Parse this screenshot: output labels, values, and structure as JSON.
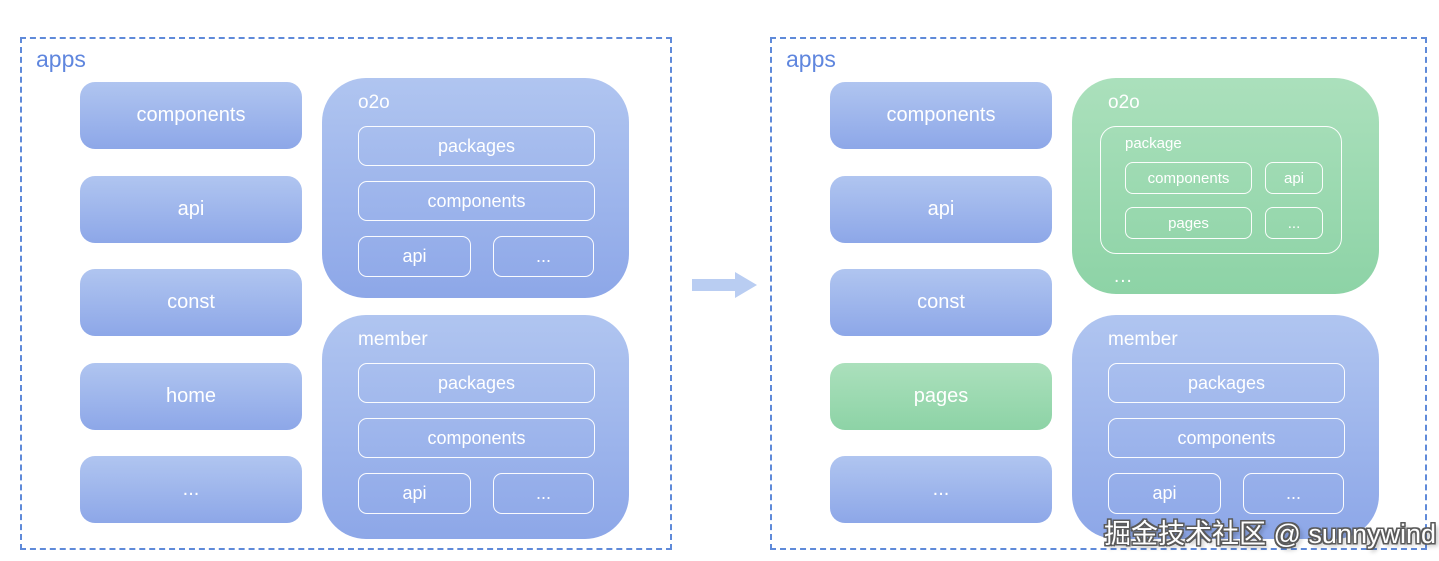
{
  "watermark": {
    "text": "掘金技术社区 @ sunnywind"
  },
  "colors": {
    "box_blue_top": "#b0c5f0",
    "box_blue_bottom": "#8da7e8",
    "box_green_top": "#abe0bc",
    "box_green_bottom": "#8dd3a6",
    "panel_border": "#5f8ad9",
    "panel_label_text": "#5f86de",
    "arrow": "#b9cdf2",
    "box_text": "#ffffff"
  },
  "panels": [
    {
      "name": "before",
      "title": "apps",
      "column": [
        {
          "label": "components",
          "variant": "blue"
        },
        {
          "label": "api",
          "variant": "blue"
        },
        {
          "label": "const",
          "variant": "blue"
        },
        {
          "label": "home",
          "variant": "blue"
        },
        {
          "label": "...",
          "variant": "blue"
        }
      ],
      "groups": [
        {
          "label": "o2o",
          "variant": "blue",
          "kind": "list",
          "rows": [
            [
              "packages"
            ],
            [
              "components"
            ],
            [
              "api",
              "..."
            ]
          ]
        },
        {
          "label": "member",
          "variant": "blue",
          "kind": "list",
          "rows": [
            [
              "packages"
            ],
            [
              "components"
            ],
            [
              "api",
              "..."
            ]
          ]
        }
      ]
    },
    {
      "name": "after",
      "title": "apps",
      "column": [
        {
          "label": "components",
          "variant": "blue"
        },
        {
          "label": "api",
          "variant": "blue"
        },
        {
          "label": "const",
          "variant": "blue"
        },
        {
          "label": "pages",
          "variant": "green"
        },
        {
          "label": "...",
          "variant": "blue"
        }
      ],
      "groups": [
        {
          "label": "o2o",
          "variant": "green",
          "kind": "package",
          "package_label": "package",
          "grid": [
            [
              "components",
              "api"
            ],
            [
              "pages",
              "..."
            ]
          ],
          "more": "..."
        },
        {
          "label": "member",
          "variant": "blue",
          "kind": "list",
          "rows": [
            [
              "packages"
            ],
            [
              "components"
            ],
            [
              "api",
              "..."
            ]
          ]
        }
      ]
    }
  ]
}
